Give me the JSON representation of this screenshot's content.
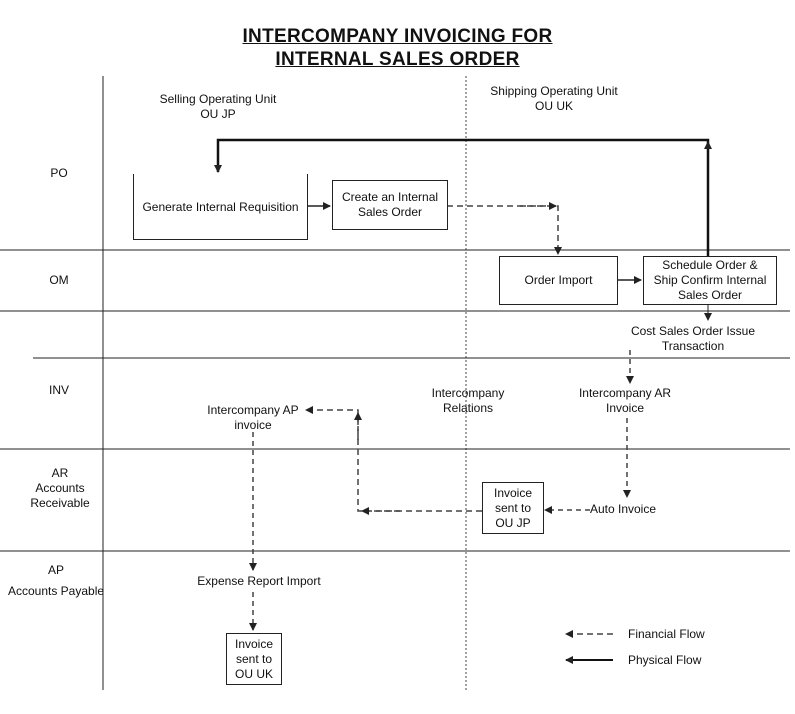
{
  "title": {
    "line1": "INTERCOMPANY INVOICING FOR",
    "line2": "INTERNAL SALES ORDER"
  },
  "units": {
    "selling_line1": "Selling Operating Unit",
    "selling_line2": "OU JP",
    "shipping_line1": "Shipping Operating Unit",
    "shipping_line2": "OU UK"
  },
  "lanes": {
    "po": "PO",
    "om": "OM",
    "inv": "INV",
    "ar_line1": "AR",
    "ar_line2": "Accounts",
    "ar_line3": "Receivable",
    "ap_line1": "AP",
    "ap_line2": "Accounts Payable"
  },
  "nodes": {
    "generate_req": "Generate Internal Requisition",
    "create_so_line1": "Create an Internal",
    "create_so_line2": "Sales Order",
    "order_import": "Order Import",
    "schedule_line1": "Schedule Order &",
    "schedule_line2": "Ship Confirm Internal",
    "schedule_line3": "Sales Order",
    "cost_line1": "Cost Sales Order Issue",
    "cost_line2": "Transaction",
    "ic_relations_line1": "Intercompany",
    "ic_relations_line2": "Relations",
    "ic_ar_line1": "Intercompany AR",
    "ic_ar_line2": "Invoice",
    "ic_ap_line1": "Intercompany AP",
    "ic_ap_line2": "invoice",
    "auto_invoice": "Auto Invoice",
    "inv_sent_jp_line1": "Invoice",
    "inv_sent_jp_line2": "sent to",
    "inv_sent_jp_line3": "OU JP",
    "expense_import": "Expense Report Import",
    "inv_sent_uk_line1": "Invoice",
    "inv_sent_uk_line2": "sent to",
    "inv_sent_uk_line3": "OU UK"
  },
  "legend": {
    "financial": "Financial Flow",
    "physical": "Physical Flow"
  }
}
